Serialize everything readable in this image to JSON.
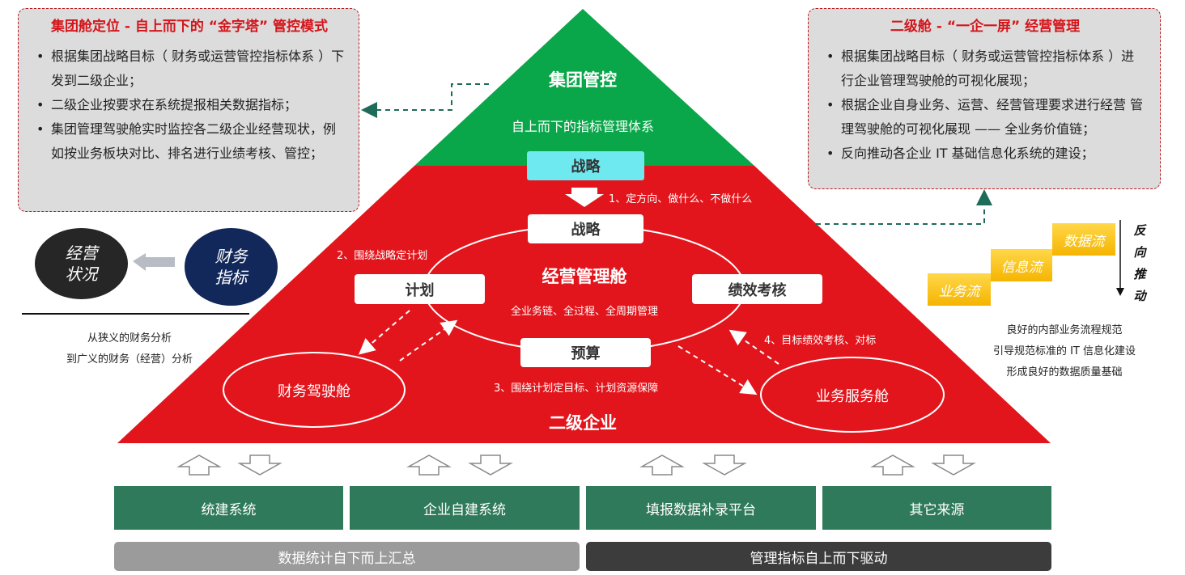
{
  "left_panel": {
    "title": "集团舱定位 - 自上而下的 “金字塔” 管控模式",
    "items": [
      "根据集团战略目标（ 财务或运营管控指标体系 ）下发到二级企业；",
      "二级企业按要求在系统提报相关数据指标；",
      "集团管理驾驶舱实时监控各二级企业经营现状，例如按业务板块对比、排名进行业绩考核、管控；"
    ]
  },
  "right_panel": {
    "title": "二级舱 - “一企一屏” 经营管理",
    "items": [
      "根据集团战略目标（ 财务或运营管控指标体系 ）进行企业管理驾驶舱的可视化展现；",
      "根据企业自身业务、运营、经营管理要求进行经营 管理驾驶舱的可视化展现 —— 全业务价值链；",
      "反向推动各企业 IT 基础信息化系统的建设；"
    ]
  },
  "pyramid": {
    "top_title": "集团管控",
    "top_subtitle": "自上而下的指标管理体系",
    "strategy_top": "战略",
    "strategy_inner": "战略",
    "step1": "1、定方向、做什么、不做什么",
    "step2": "2、围绕战略定计划",
    "step3": "3、围绕计划定目标、计划资源保障",
    "step4": "4、目标绩效考核、对标",
    "center_title": "经营管理舱",
    "center_subtitle": "全业务链、全过程、全周期管理",
    "plan": "计划",
    "performance": "绩效考核",
    "budget": "预算",
    "finance_cockpit": "财务驾驶舱",
    "business_cockpit": "业务服务舱",
    "bottom_title": "二级企业"
  },
  "left_side": {
    "circle_dark": "经营\n状况",
    "circle_navy": "财务\n指标",
    "caption_line1": "从狭义的财务分析",
    "caption_line2": "到广义的财务（经营）分析"
  },
  "right_side": {
    "steps": [
      "业务流",
      "信息流",
      "数据流"
    ],
    "vertical_label": [
      "反",
      "向",
      "推",
      "动"
    ],
    "caption_line1": "良好的内部业务流程规范",
    "caption_line2": "引导规范标准的 IT 信息化建设",
    "caption_line3": "形成良好的数据质量基础"
  },
  "sources": [
    "统建系统",
    "企业自建系统",
    "填报数据补录平台",
    "其它来源"
  ],
  "bottom_bars": {
    "left": "数据统计自下而上汇总",
    "right": "管理指标自上而下驱动"
  },
  "colors": {
    "green": "#0aa64a",
    "red": "#e3151c",
    "source_green": "#2e7a5a",
    "gray_bar": "#9b9b9b",
    "dark_bar": "#3c3c3c",
    "title_red": "#d4151b",
    "cyan": "#6ee9f0",
    "gold": "#f5b400"
  }
}
